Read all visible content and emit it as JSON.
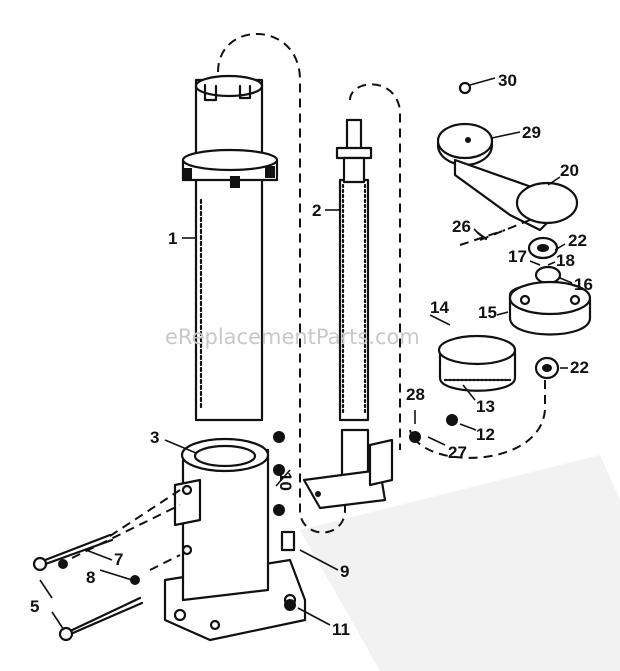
{
  "watermark": "eReplacementParts.com",
  "part_labels": {
    "p1": "1",
    "p2": "2",
    "p3": "3",
    "p5": "5",
    "p7": "7",
    "p8": "8",
    "p9": "9",
    "p10": "10",
    "p11": "11",
    "p12": "12",
    "p13": "13",
    "p14": "14",
    "p15": "15",
    "p16": "16",
    "p17": "17",
    "p18": "18",
    "p20": "20",
    "p22a": "22",
    "p22b": "22",
    "p26": "26",
    "p27": "27",
    "p28": "28",
    "p29": "29",
    "p30": "30"
  }
}
